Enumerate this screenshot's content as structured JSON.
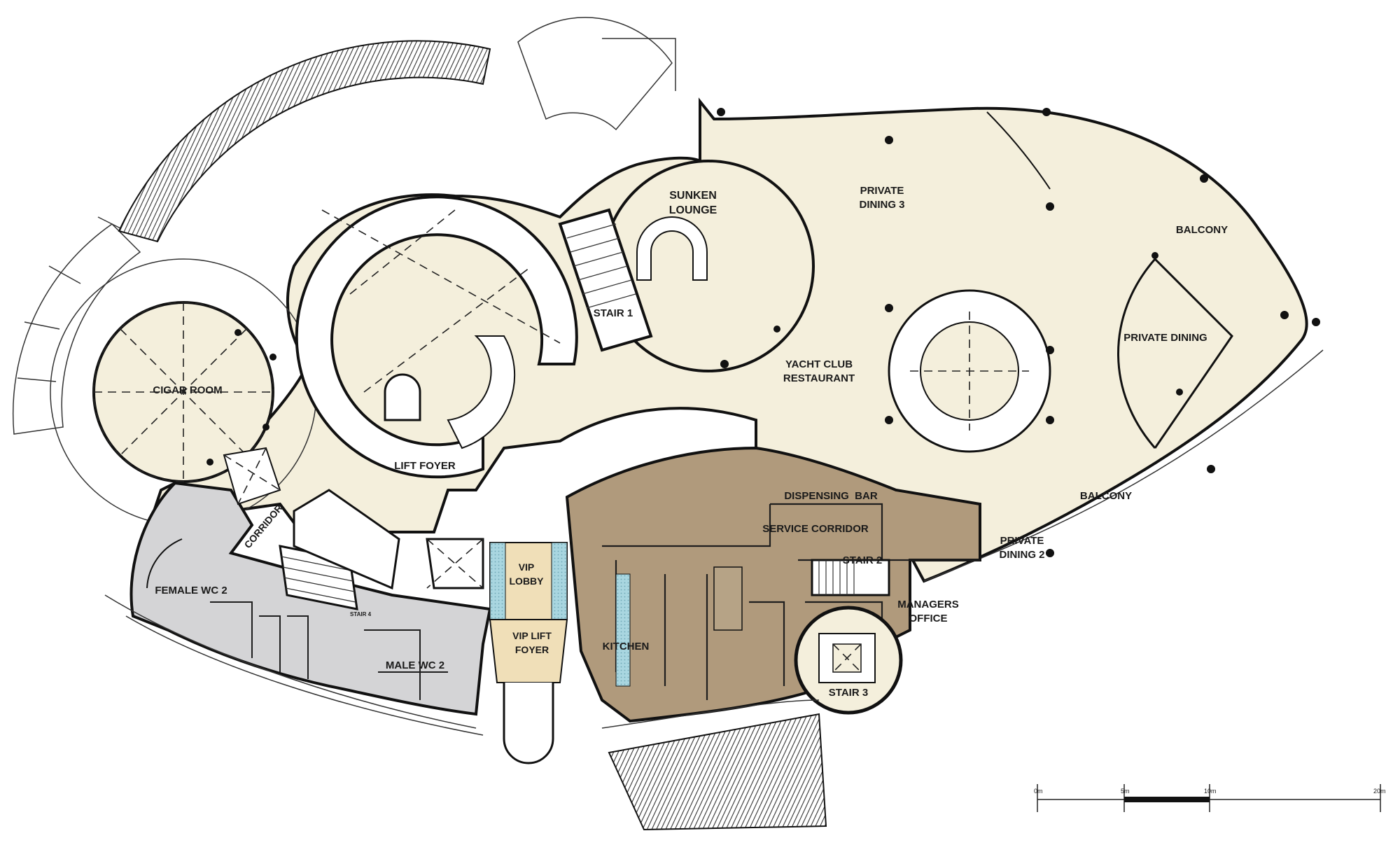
{
  "rooms": {
    "sunken_lounge": [
      "SUNKEN",
      "LOUNGE"
    ],
    "private_dining_3": [
      "PRIVATE",
      "DINING 3"
    ],
    "balcony_top": "BALCONY",
    "stair_1": "STAIR 1",
    "private_dining": "PRIVATE DINING",
    "yacht_club_restaurant": [
      "YACHT CLUB",
      "RESTAURANT"
    ],
    "cigar_room": "CIGAR ROOM",
    "lift_foyer": "LIFT FOYER",
    "dispensing_bar": "DISPENSING  BAR",
    "balcony_bottom": "BALCONY",
    "service_corridor": "SERVICE CORRIDOR",
    "corridor": "CORRIDOR",
    "private_dining_2": [
      "PRIVATE",
      "DINING 2"
    ],
    "vip_lobby": [
      "VIP",
      "LOBBY"
    ],
    "stair_2": "STAIR 2",
    "female_wc_2": "FEMALE WC 2",
    "managers_office": [
      "MANAGERS",
      "OFFICE"
    ],
    "stair_4": "STAIR 4",
    "vip_lift_foyer": [
      "VIP LIFT",
      "FOYER"
    ],
    "kitchen": "KITCHEN",
    "male_wc_2": "MALE WC 2",
    "stair_3": "STAIR 3"
  },
  "scale_bar": {
    "ticks": [
      "0m",
      "5m",
      "10m",
      "20m"
    ]
  },
  "colors": {
    "public_floor": "#f4efdc",
    "kitchen_floor": "#b09a7c",
    "wc_floor": "#d4d4d6",
    "vip_floor": "#f0dfb8",
    "glass": "#a9d6e0",
    "wall": "#111111"
  }
}
